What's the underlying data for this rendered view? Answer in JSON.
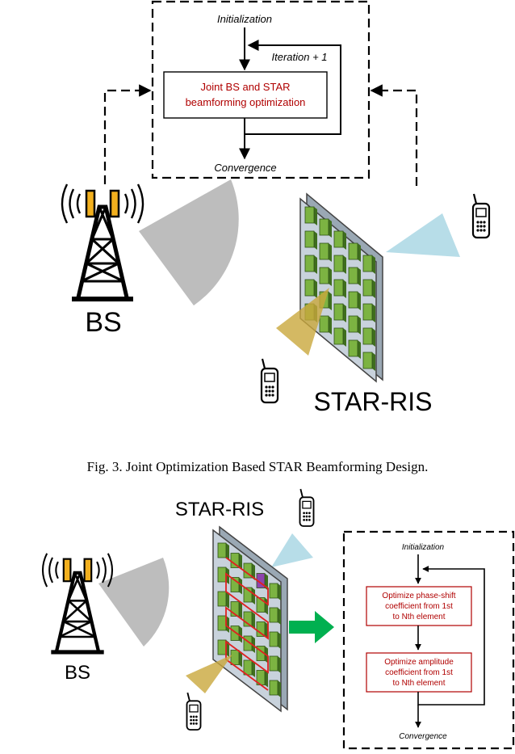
{
  "figure1": {
    "init_label": "Initialization",
    "iteration_label": "Iteration + 1",
    "block_line1": "Joint BS and STAR",
    "block_line2": "beamforming optimization",
    "convergence_label": "Convergence",
    "bs_label": "BS",
    "ris_label": "STAR-RIS"
  },
  "caption": "Fig. 3.  Joint Optimization Based STAR Beamforming Design.",
  "figure2": {
    "ris_label": "STAR-RIS",
    "bs_label": "BS",
    "init_label": "Initialization",
    "block1_line1": "Optimize phase-shift",
    "block1_line2": "coefficient from 1st",
    "block1_line3": "to Nth element",
    "block2_line1": "Optimize amplitude",
    "block2_line2": "coefficient from 1st",
    "block2_line3": "to Nth element",
    "convergence_label": "Convergence"
  },
  "colors": {
    "block_text": "#b00000",
    "block_border": "#b00000",
    "element_green": "#7cb342",
    "panel_fill": "#c8d2dc",
    "reflect_beam": "#b7dde8",
    "transmit_beam": "#c9a83c",
    "bs_beam": "#bdbdbd",
    "selected_element": "#8e44ad",
    "arrow_green": "#00b050"
  }
}
